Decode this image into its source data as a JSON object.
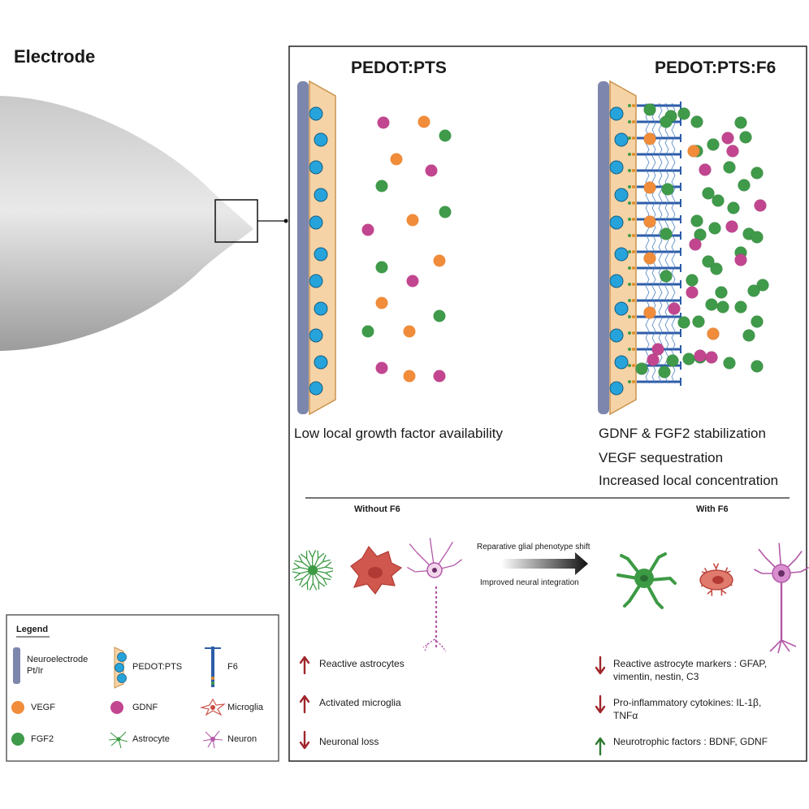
{
  "electrode_title": "Electrode",
  "panels": {
    "left_title": "PEDOT:PTS",
    "right_title": "PEDOT:PTS:F6",
    "left_caption": "Low local growth factor availability",
    "right_captions": [
      "GDNF & FGF2 stabilization",
      "VEGF sequestration",
      "Increased local concentration"
    ]
  },
  "comparison": {
    "without_label": "Without F6",
    "with_label": "With F6",
    "arrow_top": "Reparative glial phenotype shift",
    "arrow_bottom": "Improved neural integration"
  },
  "effects_without": [
    {
      "direction": "up",
      "text": "Reactive astrocytes"
    },
    {
      "direction": "up",
      "text": "Activated microglia"
    },
    {
      "direction": "down",
      "text": "Neuronal loss"
    }
  ],
  "effects_with": [
    {
      "direction": "down",
      "lines": [
        "Reactive astrocyte markers : GFAP,",
        "vimentin, nestin, C3"
      ]
    },
    {
      "direction": "down",
      "lines": [
        "Pro-inflammatory cytokines: IL-1β,",
        "TNFα"
      ]
    },
    {
      "direction": "up",
      "lines": [
        "Neurotrophic factors : BDNF, GDNF"
      ]
    }
  ],
  "legend": {
    "title": "Legend",
    "items": {
      "neuroelectrode": [
        "Neuroelectrode",
        "Pt/Ir"
      ],
      "pedot": "PEDOT:PTS",
      "f6": "F6",
      "vegf": "VEGF",
      "gdnf": "GDNF",
      "microglia": "Microglia",
      "fgf2": "FGF2",
      "astrocyte": "Astrocyte",
      "neuron": "Neuron"
    }
  },
  "colors": {
    "vegf": "#f08c3a",
    "gdnf": "#c2468f",
    "fgf2": "#3f9a4a",
    "electrode_bar": "#7d86ad",
    "pedot_fill": "#f6d3a6",
    "pedot_sphere": "#27a3dc",
    "f6": "#2d5ca8",
    "arrow_red": "#a0262c",
    "arrow_green": "#2f7a32",
    "astrocyte": "#3c9a44",
    "microglia": "#d0574e",
    "neuron": "#b458a8"
  }
}
